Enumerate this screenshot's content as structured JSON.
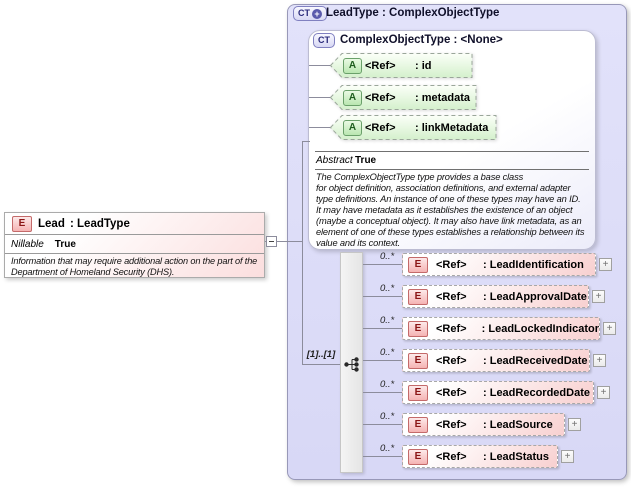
{
  "lead": {
    "icon": "E",
    "name": "Lead",
    "type": ": LeadType",
    "prop_label": "Nillable",
    "prop_value": "True",
    "description": "Information that may require additional action on the part of the\nDepartment of Homeland Security (DHS)."
  },
  "outer": {
    "icon": "CT",
    "icon_plus": "+",
    "title": "LeadType : ComplexObjectType"
  },
  "base": {
    "icon": "CT",
    "title": "ComplexObjectType : <None>",
    "attributes": [
      {
        "icon": "A",
        "ref": "<Ref>",
        "name": ": id"
      },
      {
        "icon": "A",
        "ref": "<Ref>",
        "name": ": metadata"
      },
      {
        "icon": "A",
        "ref": "<Ref>",
        "name": ": linkMetadata"
      }
    ],
    "prop_label": "Abstract",
    "prop_value": "True",
    "description": "The ComplexObjectType type provides a base class\nfor object definition, association definitions, and external adapter\ntype definitions. An instance of one of these types may have an ID.\nIt may have metadata as it establishes the existence of an object\n(maybe a conceptual object). It may also have link metadata, as an\nelement of one of these types establishes a relationship between its\nvalue and its context."
  },
  "sequence": {
    "cardinality": "[1]..[1]",
    "collapse_glyph": "",
    "elements": [
      {
        "occurs": "0..*",
        "icon": "E",
        "ref": "<Ref>",
        "name": ": LeadIdentification",
        "expand": "+"
      },
      {
        "occurs": "0..*",
        "icon": "E",
        "ref": "<Ref>",
        "name": ": LeadApprovalDate",
        "expand": "+"
      },
      {
        "occurs": "0..*",
        "icon": "E",
        "ref": "<Ref>",
        "name": ": LeadLockedIndicator",
        "expand": "+"
      },
      {
        "occurs": "0..*",
        "icon": "E",
        "ref": "<Ref>",
        "name": ": LeadReceivedDate",
        "expand": "+"
      },
      {
        "occurs": "0..*",
        "icon": "E",
        "ref": "<Ref>",
        "name": ": LeadRecordedDate",
        "expand": "+"
      },
      {
        "occurs": "0..*",
        "icon": "E",
        "ref": "<Ref>",
        "name": ": LeadSource",
        "expand": "+"
      },
      {
        "occurs": "0..*",
        "icon": "E",
        "ref": "<Ref>",
        "name": ": LeadStatus",
        "expand": "+"
      }
    ]
  },
  "colors": {
    "container_fill": "#dedef8",
    "element_fill": "#f8d0d0",
    "attribute_fill": "#d7f2cf",
    "element_icon_border": "#c46a6a",
    "attribute_icon_border": "#6aa06a",
    "type_icon_border": "#8080c0",
    "connector_line": "#8c8c9c"
  }
}
